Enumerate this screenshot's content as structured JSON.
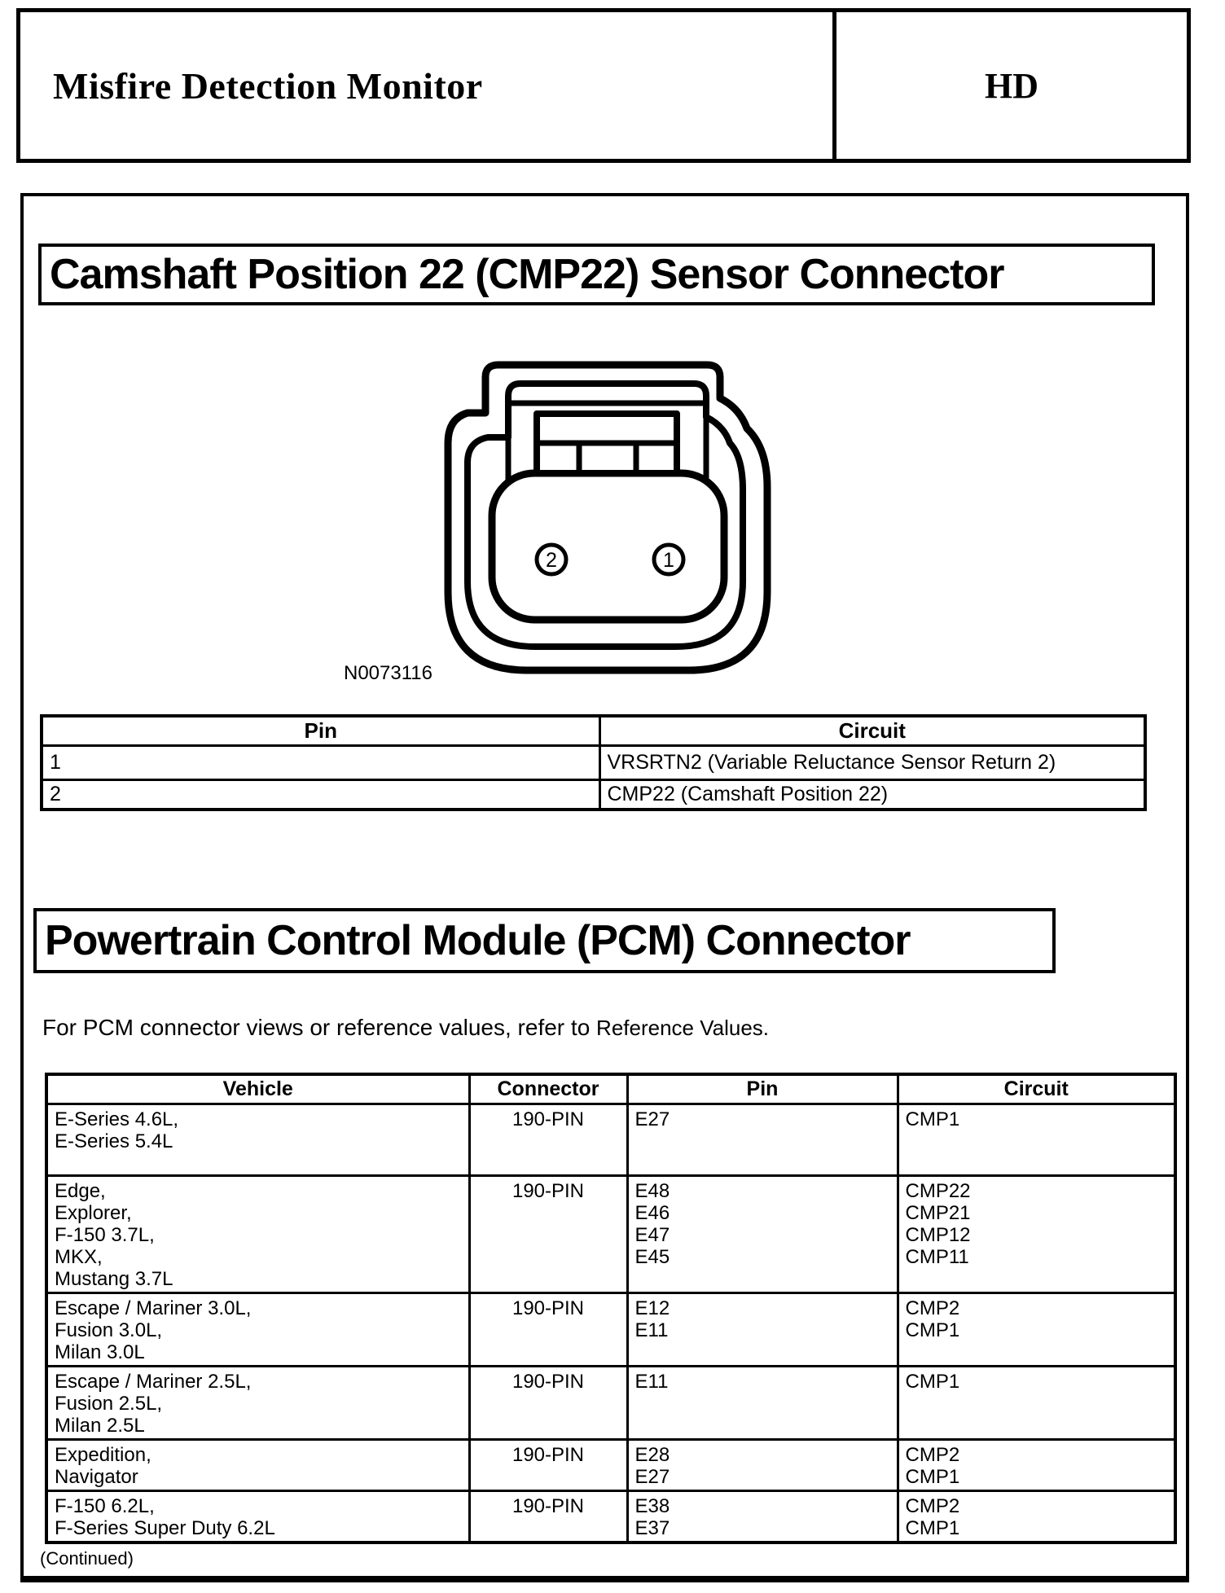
{
  "header": {
    "title": "Misfire Detection Monitor",
    "code": "HD"
  },
  "section1": {
    "title": "Camshaft Position 22 (CMP22) Sensor Connector",
    "figure": {
      "label": "N0073116",
      "pin_labels": [
        "2",
        "1"
      ]
    },
    "pin_table": {
      "headers": [
        "Pin",
        "Circuit"
      ],
      "rows": [
        [
          "1",
          "VRSRTN2 (Variable Reluctance Sensor Return 2)"
        ],
        [
          "2",
          "CMP22 (Camshaft Position 22)"
        ]
      ]
    }
  },
  "section2": {
    "title": "Powertrain Control Module (PCM) Connector",
    "intro_prefix": "For PCM connector views or reference values, refer to ",
    "intro_link": "Reference Values.",
    "vehicle_table": {
      "headers": [
        "Vehicle",
        "Connector",
        "Pin",
        "Circuit"
      ],
      "rows": [
        {
          "vehicle": [
            "E-Series 4.6L,",
            "E-Series 5.4L"
          ],
          "connector": "190-PIN",
          "pins": [
            "E27"
          ],
          "circuits": [
            "CMP1"
          ]
        },
        {
          "vehicle": [
            "Edge,",
            "Explorer,",
            "F-150 3.7L,",
            "MKX,",
            "Mustang 3.7L"
          ],
          "connector": "190-PIN",
          "pins": [
            "E48",
            "E46",
            "E47",
            "E45"
          ],
          "circuits": [
            "CMP22",
            "CMP21",
            "CMP12",
            "CMP11"
          ]
        },
        {
          "vehicle": [
            "Escape / Mariner 3.0L,",
            "Fusion 3.0L,",
            "Milan 3.0L"
          ],
          "connector": "190-PIN",
          "pins": [
            "E12",
            "E11"
          ],
          "circuits": [
            "CMP2",
            "CMP1"
          ]
        },
        {
          "vehicle": [
            "Escape / Mariner 2.5L,",
            "Fusion 2.5L,",
            "Milan 2.5L"
          ],
          "connector": "190-PIN",
          "pins": [
            "E11"
          ],
          "circuits": [
            "CMP1"
          ]
        },
        {
          "vehicle": [
            "Expedition,",
            "Navigator"
          ],
          "connector": "190-PIN",
          "pins": [
            "E28",
            "E27"
          ],
          "circuits": [
            "CMP2",
            "CMP1"
          ]
        },
        {
          "vehicle": [
            "F-150 6.2L,",
            "F-Series Super Duty 6.2L"
          ],
          "connector": "190-PIN",
          "pins": [
            "E38",
            "E37"
          ],
          "circuits": [
            "CMP2",
            "CMP1"
          ]
        }
      ]
    },
    "continued": "(Continued)"
  },
  "colors": {
    "ink": "#000000",
    "paper": "#ffffff"
  }
}
